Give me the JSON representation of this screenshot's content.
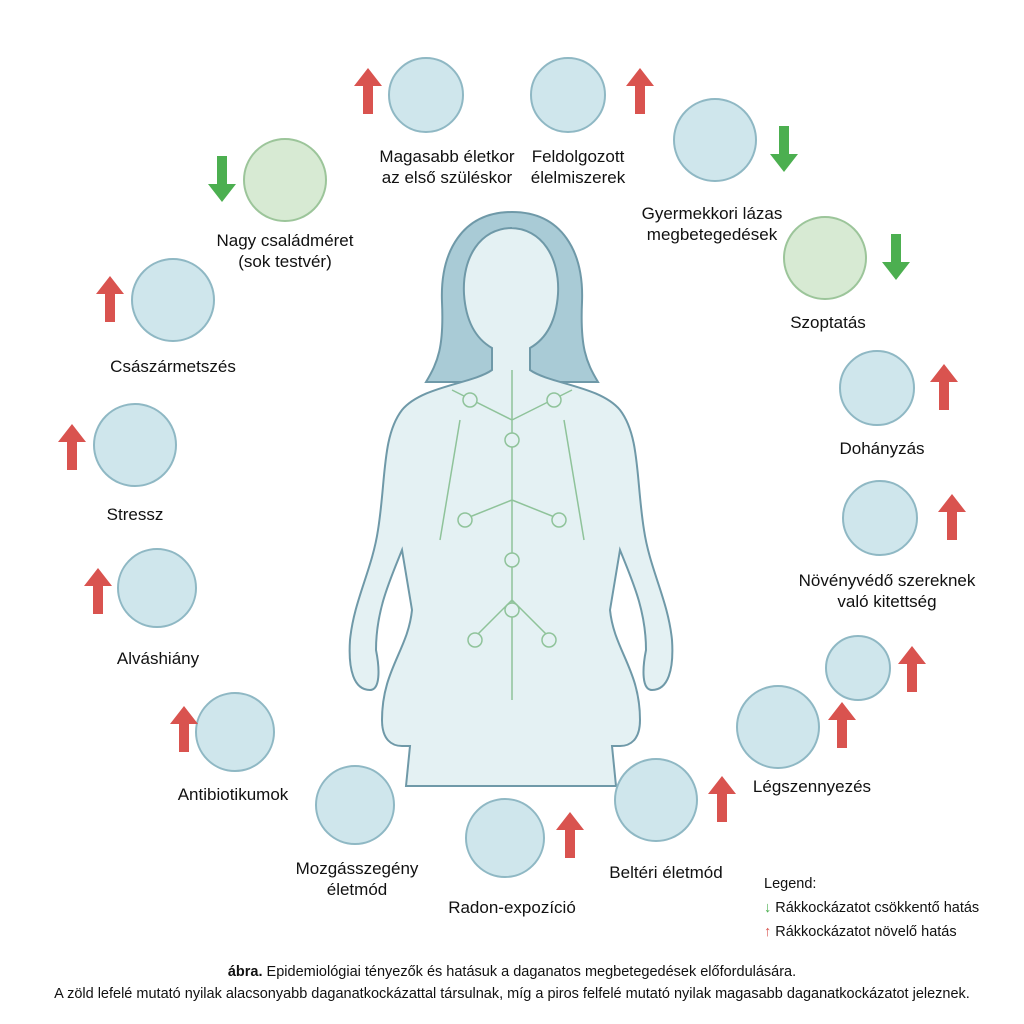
{
  "factors": [
    {
      "label": "Magasabb életkor\naz első szüléskor",
      "effect": "increase",
      "icon": "pregnant-woman-icon"
    },
    {
      "label": "Feldolgozott\nélelmiszerek",
      "effect": "increase",
      "icon": "processed-food-icon"
    },
    {
      "label": "Gyermekkori lázas\nmegbetegedések",
      "effect": "decrease",
      "icon": "child-fever-thermometer-icon"
    },
    {
      "label": "Szoptatás",
      "effect": "decrease",
      "icon": "breastfeeding-icon"
    },
    {
      "label": "Dohányzás",
      "effect": "increase",
      "icon": "cigarette-icon"
    },
    {
      "label": "Növényvédő szereknek\nvaló kitettség",
      "effect": "increase",
      "icon": "pesticide-spray-icon"
    },
    {
      "label": "",
      "effect": "increase",
      "icon": "smoke-spray-icon"
    },
    {
      "label": "Légszennyezés",
      "effect": "increase",
      "icon": "air-pollution-icon"
    },
    {
      "label": "Beltéri életmód",
      "effect": "increase",
      "icon": "house-icon"
    },
    {
      "label": "Radon-expozíció",
      "effect": "increase",
      "icon": "radiation-icon"
    },
    {
      "label": "Mozgásszegény\néletmód",
      "effect": "none",
      "icon": "sitting-person-icon"
    },
    {
      "label": "Antibiotikumok",
      "effect": "increase",
      "icon": "pills-icon"
    },
    {
      "label": "Alváshiány",
      "effect": "increase",
      "icon": "sleeping-in-bed-icon"
    },
    {
      "label": "Stressz",
      "effect": "increase",
      "icon": "stressed-person-icon"
    },
    {
      "label": "Császármetszés",
      "effect": "increase",
      "icon": "caesarean-belly-icon"
    },
    {
      "label": "Nagy családméret\n(sok testvér)",
      "effect": "decrease",
      "icon": "family-icon"
    }
  ],
  "legend": {
    "title": "Legend:",
    "decrease": "Rákkockázatot csökkentő hatás",
    "increase": "Rákkockázatot növelő hatás"
  },
  "caption": {
    "bold": "ábra.",
    "line1": " Epidemiológiai tényezők és hatásuk a daganatos megbetegedések előfordulására.",
    "line2": "A zöld lefelé mutató nyilak alacsonyabb daganatkockázattal társulnak, míg a piros felfelé mutató nyilak magasabb daganatkockázatot jeleznek."
  },
  "colors": {
    "increase": "#d9534f",
    "decrease": "#4caf50",
    "circle": "#cfe6ec",
    "body": "#e4f1f3"
  }
}
